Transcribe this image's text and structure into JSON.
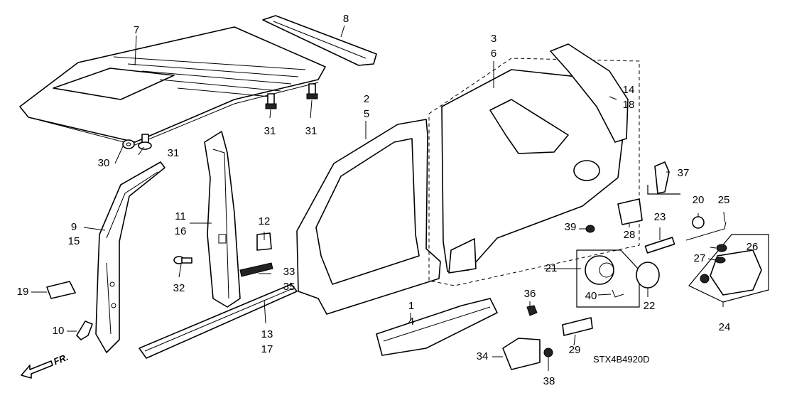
{
  "diagram_code": "STX4B4920D",
  "front_indicator": "FR.",
  "callouts": [
    {
      "id": "c7",
      "text": "7"
    },
    {
      "id": "c8",
      "text": "8"
    },
    {
      "id": "c3",
      "text": "3"
    },
    {
      "id": "c6",
      "text": "6"
    },
    {
      "id": "c2",
      "text": "2"
    },
    {
      "id": "c5",
      "text": "5"
    },
    {
      "id": "c14",
      "text": "14"
    },
    {
      "id": "c18",
      "text": "18"
    },
    {
      "id": "c31a",
      "text": "31"
    },
    {
      "id": "c31b",
      "text": "31"
    },
    {
      "id": "c31c",
      "text": "31"
    },
    {
      "id": "c30",
      "text": "30"
    },
    {
      "id": "c37",
      "text": "37"
    },
    {
      "id": "c20",
      "text": "20"
    },
    {
      "id": "c25",
      "text": "25"
    },
    {
      "id": "c23",
      "text": "23"
    },
    {
      "id": "c28",
      "text": "28"
    },
    {
      "id": "c39",
      "text": "39"
    },
    {
      "id": "c26",
      "text": "26"
    },
    {
      "id": "c27",
      "text": "27"
    },
    {
      "id": "c9",
      "text": "9"
    },
    {
      "id": "c15",
      "text": "15"
    },
    {
      "id": "c11",
      "text": "11"
    },
    {
      "id": "c16",
      "text": "16"
    },
    {
      "id": "c12",
      "text": "12"
    },
    {
      "id": "c21",
      "text": "21"
    },
    {
      "id": "c33",
      "text": "33"
    },
    {
      "id": "c35",
      "text": "35"
    },
    {
      "id": "c32",
      "text": "32"
    },
    {
      "id": "c19",
      "text": "19"
    },
    {
      "id": "c36",
      "text": "36"
    },
    {
      "id": "c40",
      "text": "40"
    },
    {
      "id": "c22",
      "text": "22"
    },
    {
      "id": "c1",
      "text": "1"
    },
    {
      "id": "c4",
      "text": "4"
    },
    {
      "id": "c13",
      "text": "13"
    },
    {
      "id": "c17",
      "text": "17"
    },
    {
      "id": "c10",
      "text": "10"
    },
    {
      "id": "c24",
      "text": "24"
    },
    {
      "id": "c29",
      "text": "29"
    },
    {
      "id": "c34",
      "text": "34"
    },
    {
      "id": "c38",
      "text": "38"
    }
  ]
}
